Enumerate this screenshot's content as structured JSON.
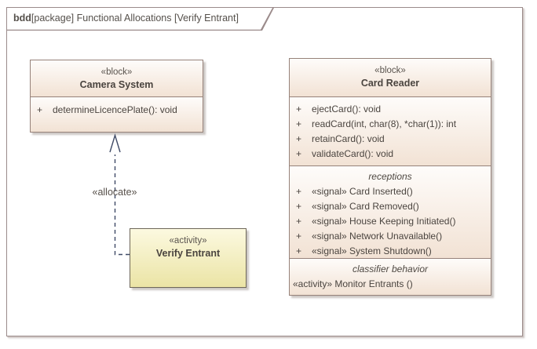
{
  "frame": {
    "title_keyword": "bdd",
    "title_rest": "[package] Functional Allocations [Verify Entrant]"
  },
  "camera_block": {
    "stereotype": "«block»",
    "name": "Camera System",
    "operations": [
      {
        "vis": "+",
        "sig": "determineLicencePlate(): void"
      }
    ]
  },
  "card_reader_block": {
    "stereotype": "«block»",
    "name": "Card Reader",
    "operations": [
      {
        "vis": "+",
        "sig": "ejectCard(): void"
      },
      {
        "vis": "+",
        "sig": "readCard(int, char(8), *char(1)): int"
      },
      {
        "vis": "+",
        "sig": "retainCard(): void"
      },
      {
        "vis": "+",
        "sig": "validateCard(): void"
      }
    ],
    "receptions_label": "receptions",
    "receptions": [
      {
        "vis": "+",
        "sig": "«signal» Card Inserted()"
      },
      {
        "vis": "+",
        "sig": "«signal» Card Removed()"
      },
      {
        "vis": "+",
        "sig": "«signal» House Keeping Initiated()"
      },
      {
        "vis": "+",
        "sig": "«signal» Network Unavailable()"
      },
      {
        "vis": "+",
        "sig": "«signal» System Shutdown()"
      }
    ],
    "behavior_label": "classifier behavior",
    "behavior_item": "«activity» Monitor Entrants ()"
  },
  "activity_node": {
    "stereotype": "«activity»",
    "name": "Verify Entrant"
  },
  "connector": {
    "stereotype_label": "«allocate»"
  },
  "colors": {
    "frame_border": "#9b8b8b",
    "block_border": "#96827a",
    "block_fill_top": "#fefcfa",
    "block_fill_bottom": "#f2e2d4",
    "activity_fill_top": "#fcf9e0",
    "activity_fill_bottom": "#ebe4a5",
    "activity_border": "#6e6759",
    "connector_color": "#3f4a66",
    "text_color": "#4a443f"
  }
}
